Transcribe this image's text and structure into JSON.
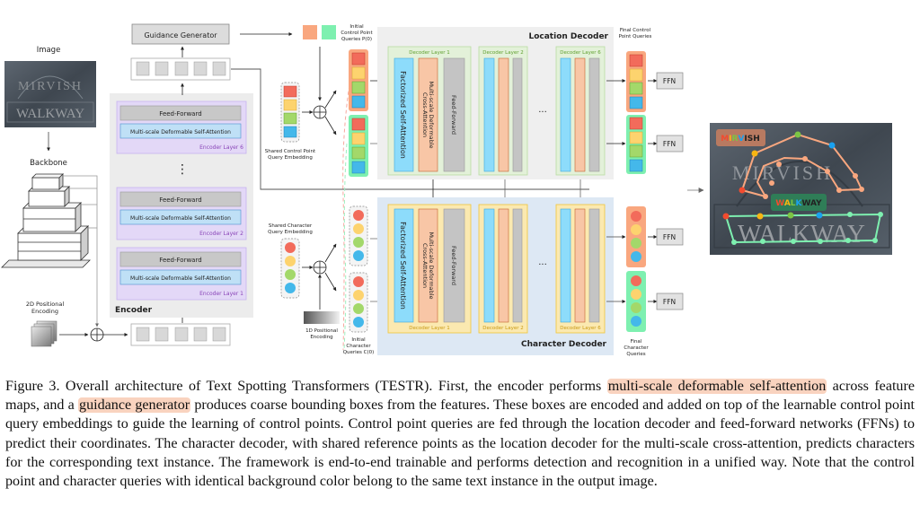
{
  "figure": {
    "image_label": "Image",
    "image_text_top": "MIRVISH",
    "image_text_bottom": "WALKWAY",
    "backbone_label": "Backbone",
    "pos2d_label_1": "2D Positional",
    "pos2d_label_2": "Encoding",
    "guidance_generator": "Guidance Generator",
    "encoder_label": "Encoder",
    "encoder_layers": [
      {
        "ff": "Feed-Forward",
        "attn": "Multi-scale Deformable Self-Attention",
        "name": "Encoder Layer 6"
      },
      {
        "ff": "Feed-Forward",
        "attn": "Multi-scale Deformable Self-Attention",
        "name": "Encoder Layer 2"
      },
      {
        "ff": "Feed-Forward",
        "attn": "Multi-scale Deformable Self-Attention",
        "name": "Encoder Layer 1"
      }
    ],
    "vdots": "⋮",
    "initial_cp_label_1": "Initial",
    "initial_cp_label_2": "Control Point",
    "initial_cp_label_3": "Queries P(0)",
    "shared_cp_label_1": "Shared Control Point",
    "shared_cp_label_2": "Query Embedding",
    "shared_char_label_1": "Shared Character",
    "shared_char_label_2": "Query Embedding",
    "pos1d_label_1": "1D Positional",
    "pos1d_label_2": "Encoding",
    "initial_char_label_1": "Initial",
    "initial_char_label_2": "Character",
    "initial_char_label_3": "Queries C(0)",
    "location_decoder": "Location Decoder",
    "character_decoder": "Character Decoder",
    "decoder_layers": [
      "Decoder Layer 1",
      "Decoder Layer 2",
      "Decoder Layer 6"
    ],
    "factorized_attn": "Factorized Self-Attention",
    "cross_attn_1": "Multi-scale Deformable",
    "cross_attn_2": "Cross-Attention",
    "feed_forward": "Feed-Forward",
    "ellipsis": "···",
    "final_cp_label_1": "Final Control",
    "final_cp_label_2": "Point Queries",
    "final_char_label_1": "Final",
    "final_char_label_2": "Character",
    "final_char_label_3": "Queries",
    "ffn": "FFN",
    "output_word_1": "MIRVISH",
    "output_word_2": "WALKWAY",
    "colors": {
      "red": "#f26b5b",
      "yellow": "#fdd36e",
      "green": "#a3d86a",
      "blue": "#44b8ea",
      "instance_orange": "#f9a77f",
      "instance_green": "#7ef0b0",
      "encoder_purple": "#e3d8f7",
      "loc_green": "#e3f1d9",
      "char_yellow": "#fbe9b0",
      "char_bg": "#dde8f4"
    }
  },
  "caption": {
    "part1": "Figure 3. Overall architecture of Text Spotting Transformers (TESTR). First, the encoder performs ",
    "highlight1": "multi-scale deformable self-attention",
    "part2": " across feature maps, and a ",
    "highlight2": "guidance generator",
    "part3": " produces coarse bounding boxes from the features. These boxes are encoded and added on top of the learnable control point query embeddings to guide the learning of control points. Control point queries are fed through the location decoder and feed-forward networks (FFNs) to predict their coordinates. The character decoder, with shared reference points as the location decoder for the multi-scale cross-attention, predicts characters for the corresponding text instance. The framework is end-to-end trainable and performs detection and recognition in a unified way. Note that the control point and character queries with identical background color belong to the same text instance in the output image."
  }
}
